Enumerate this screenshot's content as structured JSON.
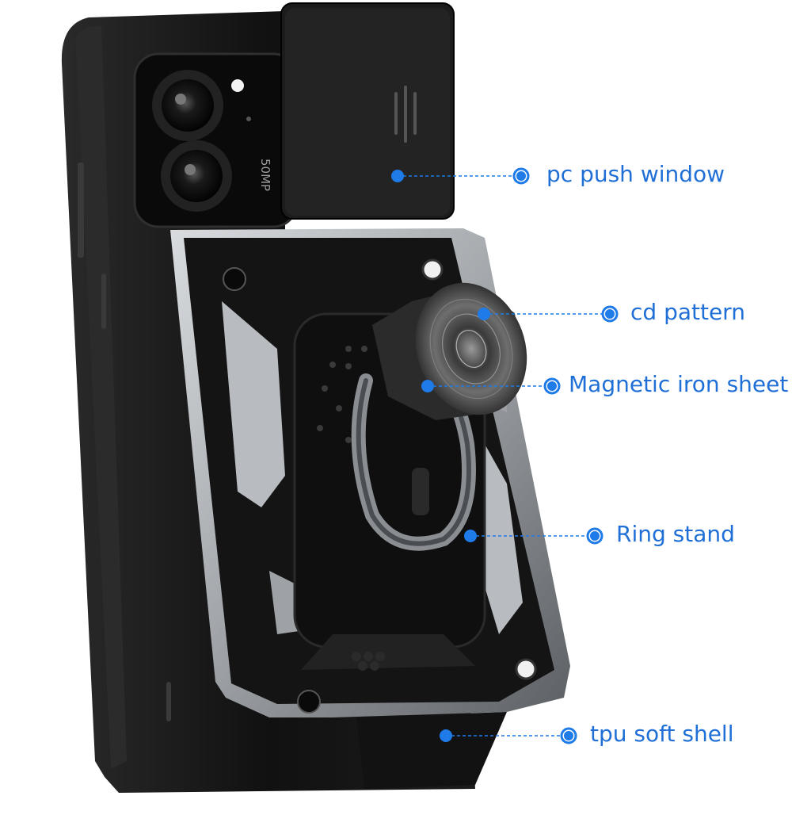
{
  "colors": {
    "accent": "#1f6fd6",
    "dot": "#1e7be8",
    "case_black": "#141414",
    "case_silver": "#b9bcbf"
  },
  "phone": {
    "camera_text": "50MP"
  },
  "callouts": [
    {
      "id": "pc-push-window",
      "label": "pc push window"
    },
    {
      "id": "cd-pattern",
      "label": "cd pattern"
    },
    {
      "id": "magnetic-iron-sheet",
      "label": "Magnetic iron sheet"
    },
    {
      "id": "ring-stand",
      "label": "Ring stand"
    },
    {
      "id": "tpu-soft-shell",
      "label": "tpu soft shell"
    }
  ]
}
